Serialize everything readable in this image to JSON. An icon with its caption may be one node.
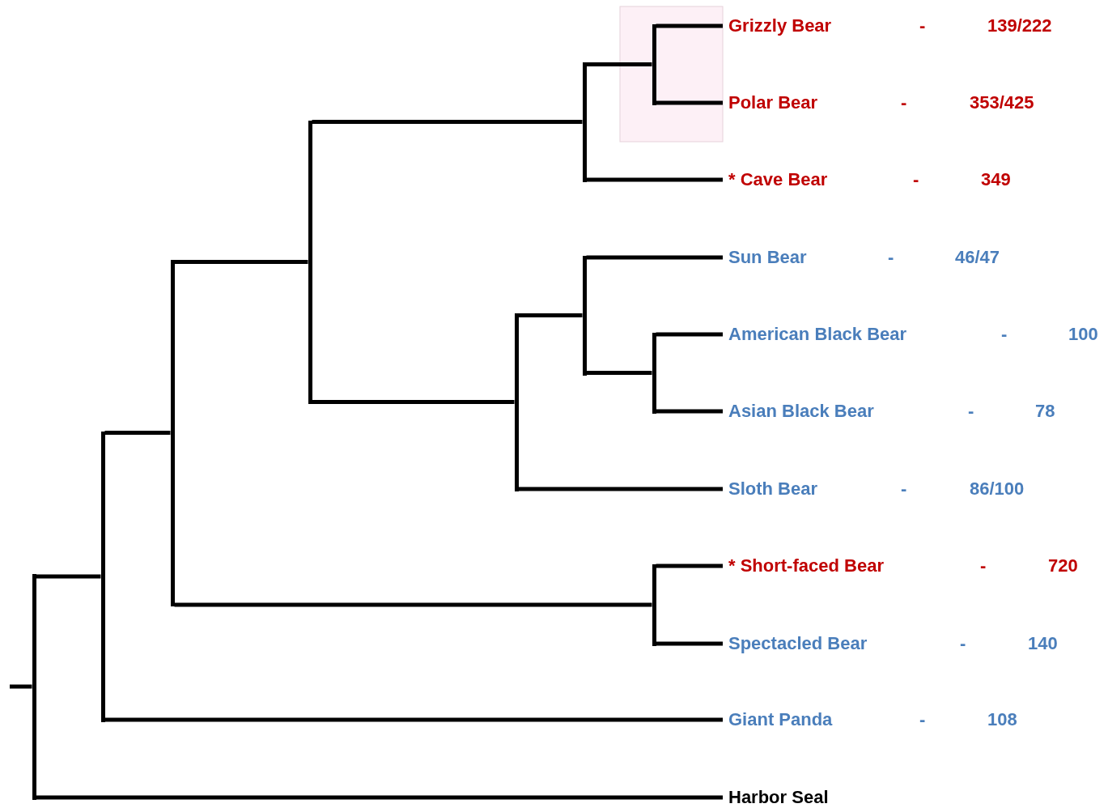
{
  "diagram": {
    "nodes": [
      {
        "text": [
          "Grizzly Bear"
        ],
        "beside": [
          "-",
          "139/222"
        ]
      },
      {
        "text": [
          "Polar Bear"
        ],
        "beside": [
          "-",
          "353/425"
        ]
      },
      {
        "text": [
          "* Cave Bear"
        ],
        "beside": [
          "-",
          "349"
        ]
      },
      {
        "text": [
          "Sun Bear"
        ],
        "beside": [
          "-",
          "46/47"
        ]
      },
      {
        "text": [
          "American Black Bear"
        ],
        "beside": [
          "-",
          "100"
        ]
      },
      {
        "text": [
          "Asian Black Bear"
        ],
        "beside": [
          "-",
          "78"
        ]
      },
      {
        "text": [
          "Sloth Bear"
        ],
        "beside": [
          "-",
          "86/100"
        ]
      },
      {
        "text": [
          "* Short-faced Bear"
        ],
        "beside": [
          "-",
          "720"
        ]
      },
      {
        "text": [
          "Spectacled Bear"
        ],
        "beside": [
          "-",
          "140"
        ]
      },
      {
        "text": [
          "Giant Panda"
        ],
        "beside": [
          "-",
          "108"
        ]
      },
      {
        "text": [
          "Harbor Seal"
        ]
      },
      {
        "text": [],
        "shape": "bar"
      },
      {
        "text": [],
        "shape": "bar"
      },
      {
        "text": [],
        "shape": "bar"
      },
      {
        "text": [],
        "shape": "bar"
      },
      {
        "text": [],
        "shape": "bar"
      },
      {
        "text": [],
        "shape": "bar"
      },
      {
        "text": [],
        "shape": "bar"
      },
      {
        "text": [],
        "shape": "bar"
      },
      {
        "text": [],
        "shape": "bar"
      },
      {
        "text": [],
        "shape": "bar"
      }
    ],
    "edges": [
      {
        "from": 11,
        "to": 0,
        "arrow": "none"
      },
      {
        "from": 11,
        "to": 1,
        "arrow": "none"
      },
      {
        "from": 12,
        "to": 11,
        "arrow": "none"
      },
      {
        "from": 12,
        "to": 2,
        "arrow": "none"
      },
      {
        "from": 13,
        "to": 4,
        "arrow": "none"
      },
      {
        "from": 13,
        "to": 5,
        "arrow": "none"
      },
      {
        "from": 14,
        "to": 3,
        "arrow": "none"
      },
      {
        "from": 14,
        "to": 13,
        "arrow": "none"
      },
      {
        "from": 15,
        "to": 14,
        "arrow": "none"
      },
      {
        "from": 15,
        "to": 6,
        "arrow": "none"
      },
      {
        "from": 16,
        "to": 12,
        "arrow": "none"
      },
      {
        "from": 16,
        "to": 15,
        "arrow": "none"
      },
      {
        "from": 17,
        "to": 7,
        "arrow": "none"
      },
      {
        "from": 17,
        "to": 8,
        "arrow": "none"
      },
      {
        "from": 18,
        "to": 16,
        "arrow": "none"
      },
      {
        "from": 18,
        "to": 17,
        "arrow": "none"
      },
      {
        "from": 19,
        "to": 18,
        "arrow": "none"
      },
      {
        "from": 19,
        "to": 9,
        "arrow": "none"
      },
      {
        "from": 20,
        "to": 19,
        "arrow": "none"
      },
      {
        "from": 20,
        "to": 10,
        "arrow": "none"
      },
      {
        "from": null,
        "to": 20,
        "arrow": "none"
      }
    ]
  }
}
